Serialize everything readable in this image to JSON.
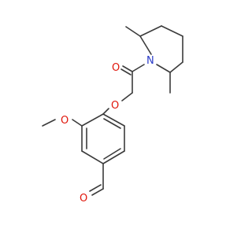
{
  "molecule": {
    "atoms": {
      "n1": {
        "symbol": "N",
        "color": "#2a3bc9"
      },
      "o_ketone": {
        "symbol": "O",
        "color": "#e0150a"
      },
      "o_ether": {
        "symbol": "O",
        "color": "#e0150a"
      },
      "o_methoxy": {
        "symbol": "O",
        "color": "#e0150a"
      },
      "o_aldehyde": {
        "symbol": "O",
        "color": "#e0150a"
      }
    },
    "bond_color": "#3b3b3b",
    "background": "#ffffff"
  }
}
